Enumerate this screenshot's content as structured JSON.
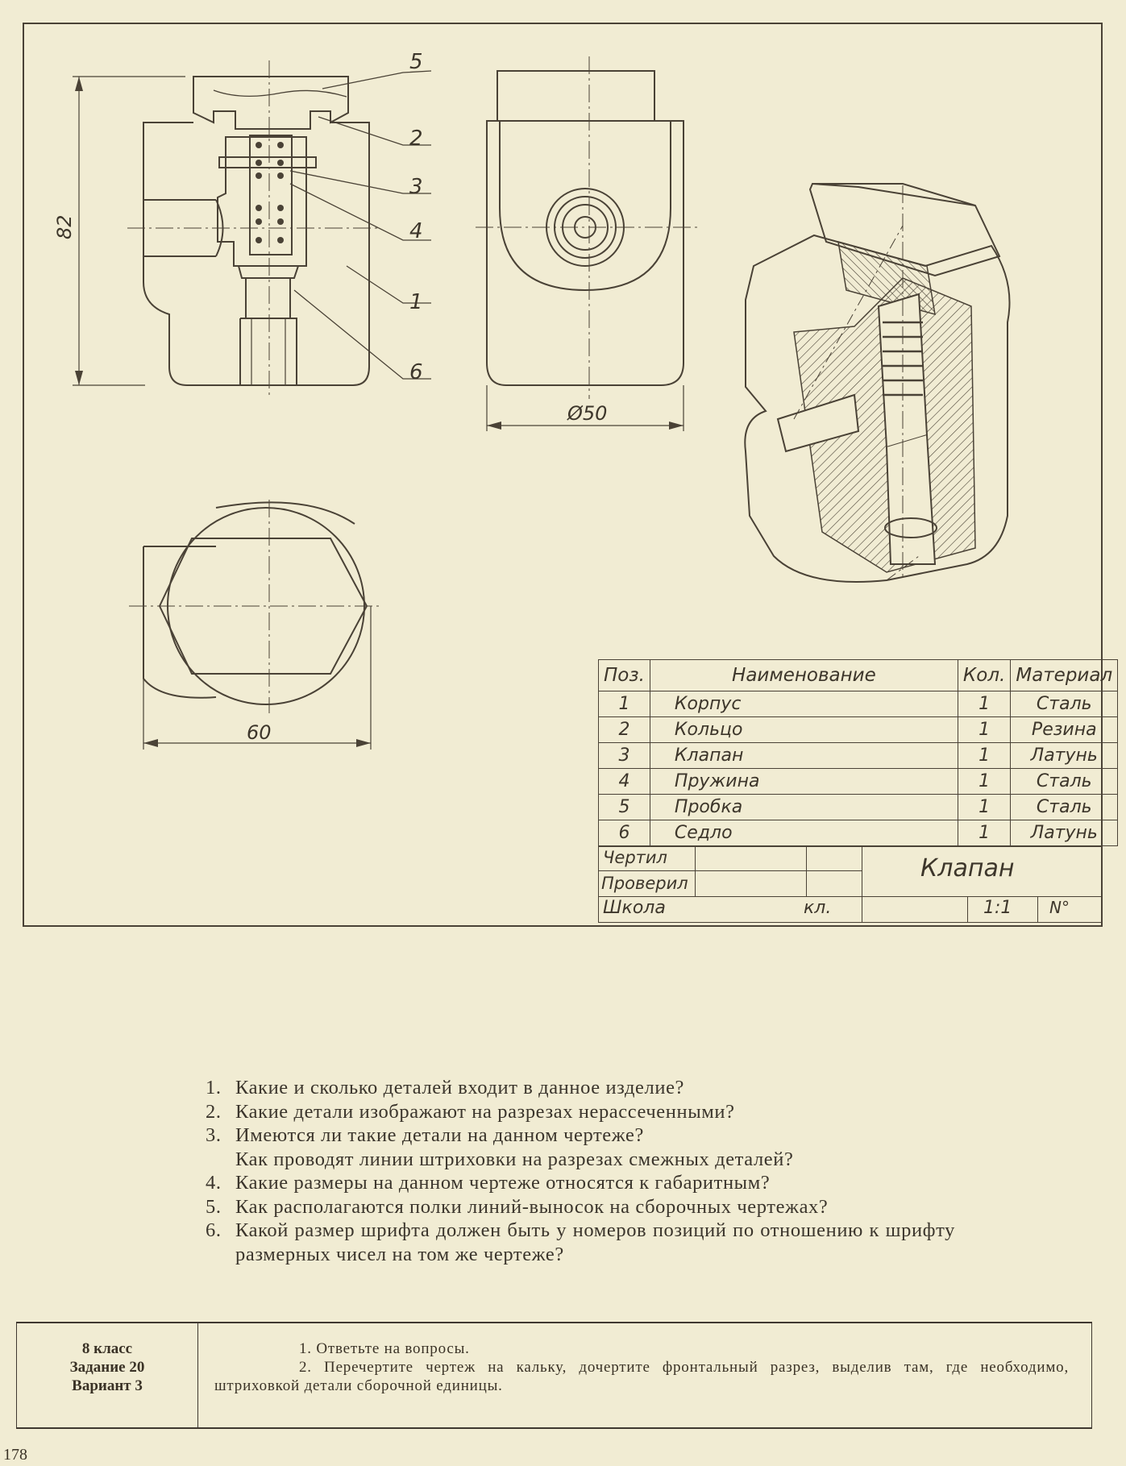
{
  "drawing": {
    "dimensions": {
      "height": "82",
      "diameter": "Ø50",
      "width": "60"
    },
    "callouts": [
      "5",
      "2",
      "3",
      "4",
      "1",
      "6"
    ]
  },
  "spec_table": {
    "headers": {
      "pos": "Поз.",
      "name": "Наименование",
      "qty": "Кол.",
      "material": "Материал"
    },
    "rows": [
      {
        "pos": "1",
        "name": "Корпус",
        "qty": "1",
        "material": "Сталь"
      },
      {
        "pos": "2",
        "name": "Кольцо",
        "qty": "1",
        "material": "Резина"
      },
      {
        "pos": "3",
        "name": "Клапан",
        "qty": "1",
        "material": "Латунь"
      },
      {
        "pos": "4",
        "name": "Пружина",
        "qty": "1",
        "material": "Сталь"
      },
      {
        "pos": "5",
        "name": "Пробка",
        "qty": "1",
        "material": "Сталь"
      },
      {
        "pos": "6",
        "name": "Седло",
        "qty": "1",
        "material": "Латунь"
      }
    ]
  },
  "title_block": {
    "drew": "Чертил",
    "checked": "Проверил",
    "school": "Школа",
    "class_abbr": "кл.",
    "title": "Клапан",
    "scale": "1:1",
    "number": "N°"
  },
  "questions": [
    {
      "n": "1.",
      "text": "Какие и сколько деталей входит в данное изделие?"
    },
    {
      "n": "2.",
      "text": "Какие детали изображают на разрезах нерассеченными?"
    },
    {
      "n": "3.",
      "text": "Имеются ли такие детали на данном чертеже?"
    },
    {
      "n": "",
      "text": "Как проводят линии штриховки на разрезах смежных деталей?"
    },
    {
      "n": "4.",
      "text": "Какие размеры на данном чертеже относятся к габаритным?"
    },
    {
      "n": "5.",
      "text": "Как располагаются полки линий-выносок на сборочных чертежах?"
    },
    {
      "n": "6.",
      "text": "Какой размер шрифта должен быть у номеров позиций по отношению к шрифту размерных чисел на том же чертеже?"
    }
  ],
  "task": {
    "grade": "8 класс",
    "assignment": "Задание 20",
    "variant": "Вариант 3",
    "line1": "1. Ответьте на вопросы.",
    "line2": "2. Перечертите чертеж на кальку, дочертите фронтальный разрез, выделив там, где необходимо, штриховкой детали сборочной единицы."
  },
  "page_number": "178"
}
